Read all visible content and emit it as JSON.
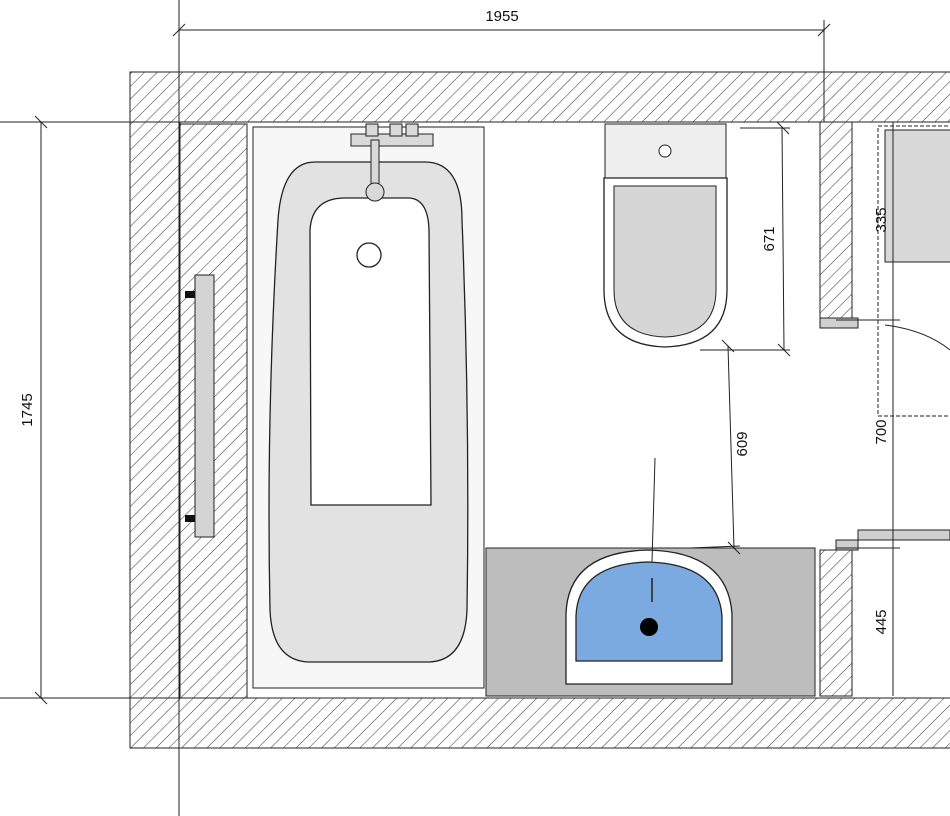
{
  "dimensions": {
    "overall_width": "1955",
    "overall_height": "1745",
    "toilet_depth": "671",
    "toilet_to_sink_gap": "609",
    "door_width": "700",
    "right_upper": "335",
    "right_lower": "445"
  },
  "colors": {
    "wall_hatch": "#333333",
    "fixture_fill": "#e2e2e2",
    "fixture_stroke": "#222222",
    "basin_water": "#7aaadf",
    "counter": "#bdbdbd",
    "bath_outer": "#f7f7f7"
  }
}
